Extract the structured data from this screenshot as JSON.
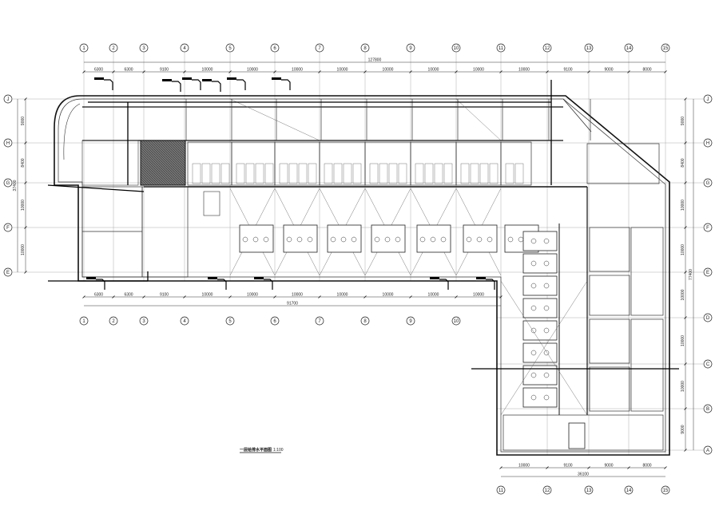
{
  "drawing": {
    "title": "一层给排水平面图",
    "scale": "1:100"
  },
  "axes": {
    "columns": [
      "1",
      "2",
      "3",
      "4",
      "5",
      "6",
      "7",
      "8",
      "9",
      "10",
      "11",
      "12",
      "13",
      "14",
      "15"
    ],
    "rows": [
      "J",
      "H",
      "G",
      "F",
      "E",
      "D",
      "C",
      "B",
      "A"
    ]
  },
  "dimensions": {
    "top_total": "127800",
    "top_spans": [
      "6300",
      "6300",
      "9100",
      "10000",
      "10000",
      "10000",
      "10000",
      "10000",
      "10000",
      "10000",
      "10000",
      "9100",
      "9000",
      "8000"
    ],
    "left_wing_bottom_total": "91700",
    "left_wing_bottom_spans": [
      "6300",
      "6300",
      "9100",
      "10000",
      "10000",
      "10000",
      "10000",
      "10000",
      "10000",
      "10000"
    ],
    "right_wing_bottom_total": "36100",
    "right_wing_bottom_spans": [
      "10000",
      "9100",
      "9000",
      "8000"
    ],
    "right_total": "77400",
    "right_spans": [
      "9000",
      "8400",
      "10000",
      "10000",
      "10000",
      "10000",
      "10000",
      "9000"
    ],
    "left_total": "37400",
    "left_spans": [
      "9000",
      "8400",
      "10000",
      "10000"
    ]
  },
  "colors": {
    "line": "#222222",
    "wall": "#111111",
    "hatch": "#555555"
  }
}
